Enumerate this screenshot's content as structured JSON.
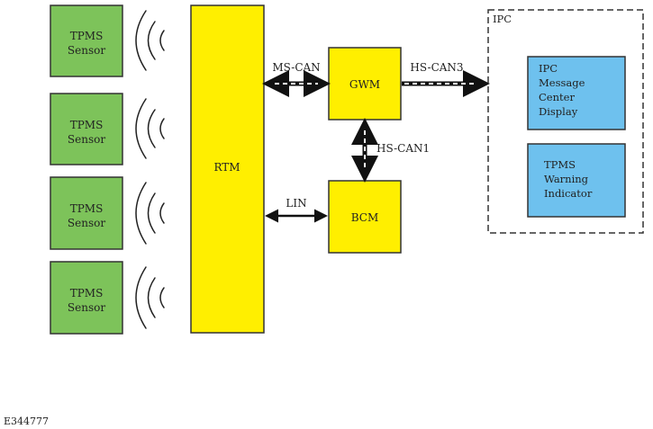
{
  "sensors": [
    {
      "line1": "TPMS",
      "line2": "Sensor"
    },
    {
      "line1": "TPMS",
      "line2": "Sensor"
    },
    {
      "line1": "TPMS",
      "line2": "Sensor"
    },
    {
      "line1": "TPMS",
      "line2": "Sensor"
    }
  ],
  "modules": {
    "rtm": "RTM",
    "gwm": "GWM",
    "bcm": "BCM"
  },
  "links": {
    "ms_can": "MS-CAN",
    "hs_can3": "HS-CAN3",
    "hs_can1": "HS-CAN1",
    "lin": "LIN"
  },
  "ipc": {
    "label": "IPC",
    "display": [
      "IPC",
      "Message",
      "Center",
      "Display"
    ],
    "warning": [
      "TPMS",
      "Warning",
      "Indicator"
    ]
  },
  "colors": {
    "sensor_fill": "#7dc35a",
    "module_fill": "#ffef00",
    "ipc_fill": "#6ec1ee"
  },
  "figure_id": "E344777"
}
